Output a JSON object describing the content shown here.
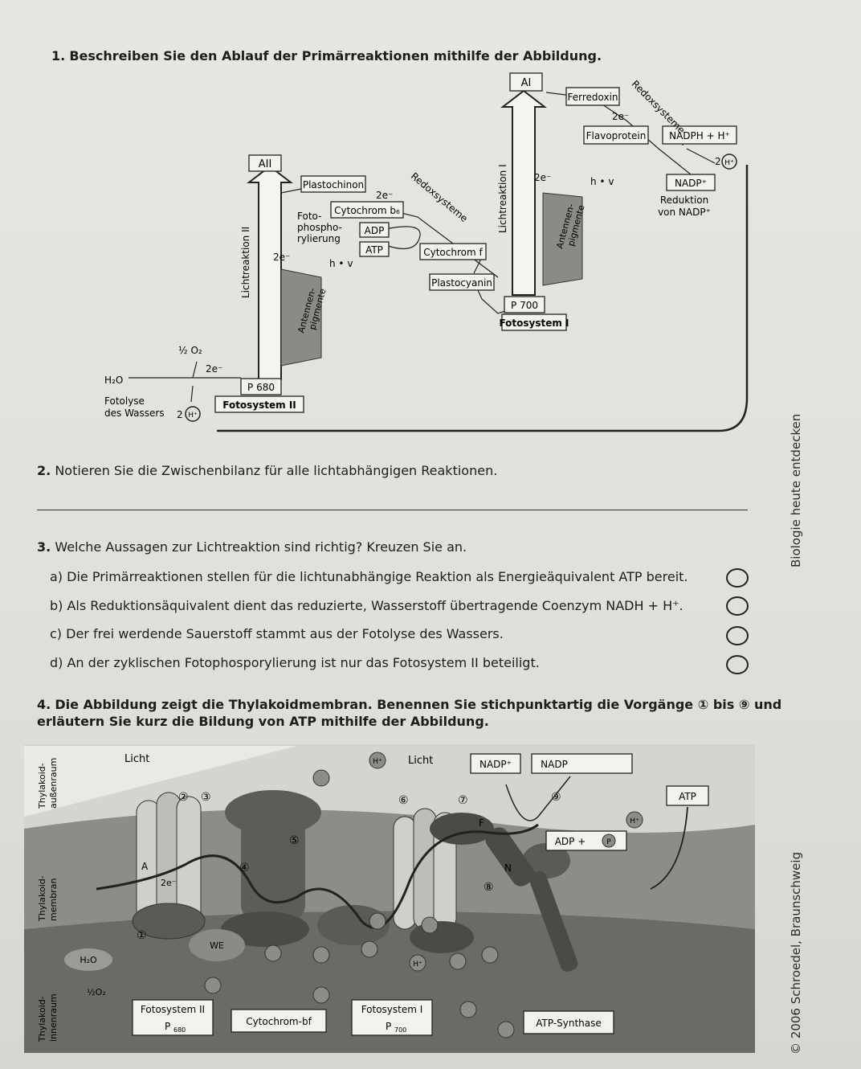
{
  "q1": {
    "num": "1.",
    "text": "Beschreiben Sie den Ablauf der Primärreaktionen mithilfe der Abbildung."
  },
  "q2": {
    "num": "2.",
    "text": "Notieren Sie die Zwischenbilanz für alle lichtabhängigen Reaktionen."
  },
  "q3": {
    "num": "3.",
    "text": "Welche Aussagen zur Lichtreaktion sind richtig? Kreuzen Sie an.",
    "options": [
      "a) Die Primärreaktionen stellen für die lichtunabhängige Reaktion als Energieäquivalent ATP bereit.",
      "b) Als Reduktionsäquivalent dient das reduzierte, Wasserstoff übertragende Coenzym NADH + H⁺.",
      "c) Der frei werdende Sauerstoff stammt aus der Fotolyse des Wassers.",
      "d) An der zyklischen Fotophosporylierung ist nur das Fotosystem II beteiligt."
    ]
  },
  "q4": {
    "num": "4.",
    "line1": "Die Abbildung zeigt die Thylakoidmembran. Benennen Sie stichpunktartig die Vorgänge ① bis ⑨ und",
    "line2": "erläutern Sie kurz die Bildung von ATP mithilfe der Abbildung."
  },
  "side": {
    "publisher": "Biologie heute entdecken",
    "copyright": "© 2006 Schroedel, Braunschweig"
  },
  "diagram1": {
    "a1": "AI",
    "a2": "AII",
    "ferredoxin": "Ferredoxin",
    "flavoprotein": "Flavoprotein",
    "nadph": "NADPH + H⁺",
    "nadp": "NADP⁺",
    "reduktion": "Reduktion",
    "von_nadp": "von NADP⁺",
    "redox1": "Redoxsysteme",
    "redox2": "Redoxsysteme",
    "plastochinon": "Plastochinon",
    "cytochrom_b6": "Cytochrom b₆",
    "cytochrom_f": "Cytochrom f",
    "plastocyanin": "Plastocyanin",
    "p700": "P 700",
    "fotosystem1": "Fotosystem I",
    "p680": "P 680",
    "fotosystem2": "Fotosystem II",
    "adp": "ADP",
    "atp": "ATP",
    "foto1": "Foto-",
    "foto2": "phospho-",
    "foto3": "rylierung",
    "lichtreaktion1": "Lichtreaktion I",
    "lichtreaktion2": "Lichtreaktion II",
    "antennen1": "Antennen-",
    "antennen2": "pigmente",
    "hv": "h • v",
    "e2": "2e⁻",
    "h2o": "H₂O",
    "o2": "½ O₂",
    "fotolyse1": "Fotolyse",
    "fotolyse2": "des Wassers",
    "h2": "2",
    "h_plus": "H⁺"
  },
  "diagram2": {
    "licht": "Licht",
    "aussen1": "Thylakoid-",
    "aussen2": "außenraum",
    "membran1": "Thylakoid-",
    "membran2": "membran",
    "innen1": "Thylakoid-",
    "innen2": "innenraum",
    "nadp_plus": "NADP⁺",
    "nadp": "NADP",
    "atp": "ATP",
    "adp": "ADP +",
    "p": "P",
    "h": "H⁺",
    "h2o": "H₂O",
    "o2": "½O₂",
    "e2": "2e⁻",
    "we": "WE",
    "a": "A",
    "f": "F",
    "n": "N",
    "n1": "①",
    "n2": "②",
    "n3": "③",
    "n4": "④",
    "n5": "⑤",
    "n6": "⑥",
    "n7": "⑦",
    "n8": "⑧",
    "n9": "⑨",
    "fotosystem2": "Fotosystem II",
    "p680": "P",
    "p680_sub": "680",
    "cytochrom": "Cytochrom-bf",
    "fotosystem1": "Fotosystem I",
    "p700": "P",
    "p700_sub": "700",
    "atp_synthase": "ATP-Synthase"
  }
}
